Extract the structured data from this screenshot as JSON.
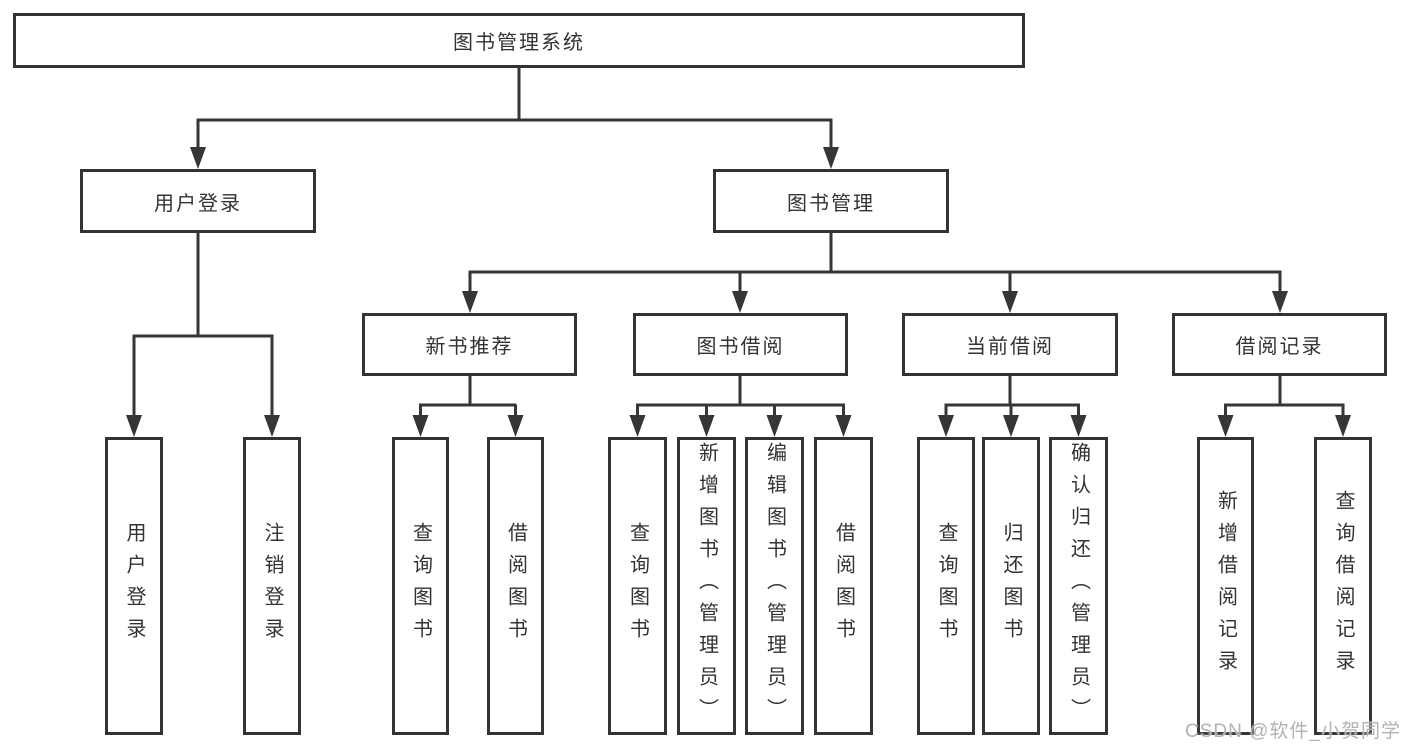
{
  "diagram_title": "图书管理系统",
  "tree": {
    "label": "图书管理系统",
    "children": [
      {
        "label": "用户登录",
        "children": [
          {
            "label": "用户登录"
          },
          {
            "label": "注销登录"
          }
        ]
      },
      {
        "label": "图书管理",
        "children": [
          {
            "label": "新书推荐",
            "children": [
              {
                "label": "查询图书"
              },
              {
                "label": "借阅图书"
              }
            ]
          },
          {
            "label": "图书借阅",
            "children": [
              {
                "label": "查询图书"
              },
              {
                "label": "新增图书（管理员）"
              },
              {
                "label": "编辑图书（管理员）"
              },
              {
                "label": "借阅图书"
              }
            ]
          },
          {
            "label": "当前借阅",
            "children": [
              {
                "label": "查询图书"
              },
              {
                "label": "归还图书"
              },
              {
                "label": "确认归还（管理员）"
              }
            ]
          },
          {
            "label": "借阅记录",
            "children": [
              {
                "label": "新增借阅记录"
              },
              {
                "label": "查询借阅记录"
              }
            ]
          }
        ]
      }
    ]
  },
  "watermark": {
    "text": "CSDN @软件_小贺同学"
  },
  "colors": {
    "line": "#363636",
    "border": "#333333",
    "text": "#333333",
    "watermark": "#b2b2b2",
    "background": "#ffffff"
  }
}
